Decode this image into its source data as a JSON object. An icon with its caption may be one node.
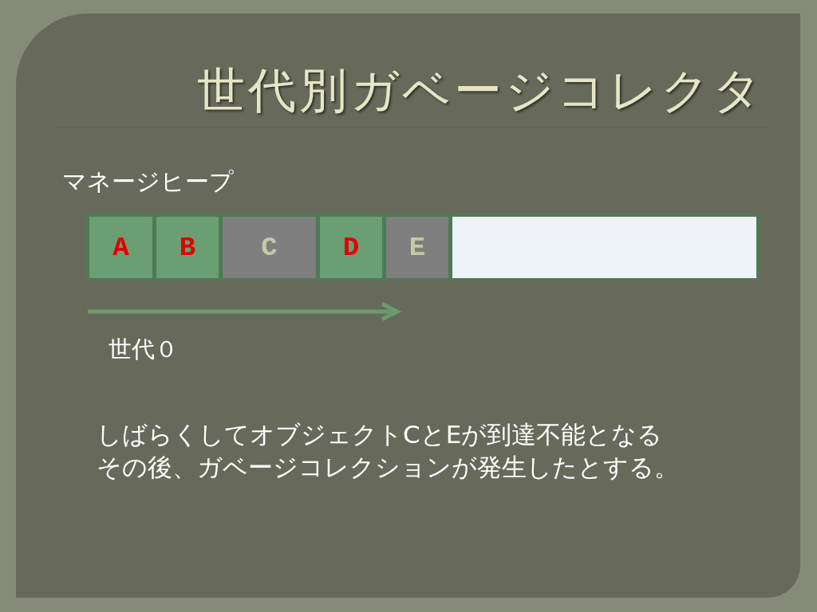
{
  "diagram": {
    "title": "世代別ガベージコレクタ",
    "nodes": [
      {
        "text": [
          "マネージヒープ"
        ]
      },
      {
        "text": [
          "A"
        ],
        "in": 0
      },
      {
        "text": [
          "B"
        ],
        "in": 0
      },
      {
        "text": [
          "C"
        ],
        "in": 0
      },
      {
        "text": [
          "D"
        ],
        "in": 0
      },
      {
        "text": [
          "E"
        ],
        "in": 0
      },
      {
        "text": [],
        "shape": "box",
        "in": 0
      }
    ],
    "labels": [
      "世代０",
      "しばらくしてオブジェクトCとEが到達不能となる",
      "その後、ガベージコレクションが発生したとする。"
    ]
  }
}
